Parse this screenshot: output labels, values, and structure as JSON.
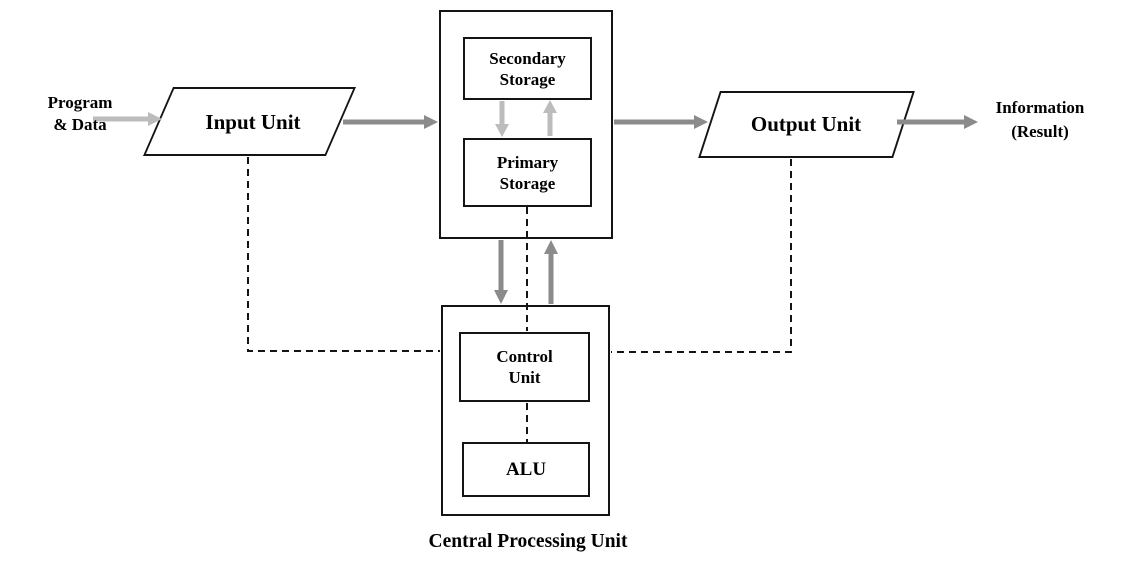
{
  "diagram": {
    "nodes": {
      "program_data": {
        "line1": "Program",
        "line2": "& Data"
      },
      "input_unit": {
        "label": "Input Unit"
      },
      "storage": {
        "secondary": {
          "line1": "Secondary",
          "line2": "Storage"
        },
        "primary": {
          "line1": "Primary",
          "line2": "Storage"
        }
      },
      "output_unit": {
        "label": "Output Unit"
      },
      "information": {
        "line1": "Information",
        "line2": "(Result)"
      },
      "cpu": {
        "caption": "Central Processing Unit",
        "control_unit": {
          "line1": "Control",
          "line2": "Unit"
        },
        "alu": {
          "label": "ALU"
        }
      }
    },
    "colors": {
      "light_arrow": "#bcbcbc",
      "dark_arrow": "#8b8b8b",
      "outline": "#141414"
    }
  }
}
